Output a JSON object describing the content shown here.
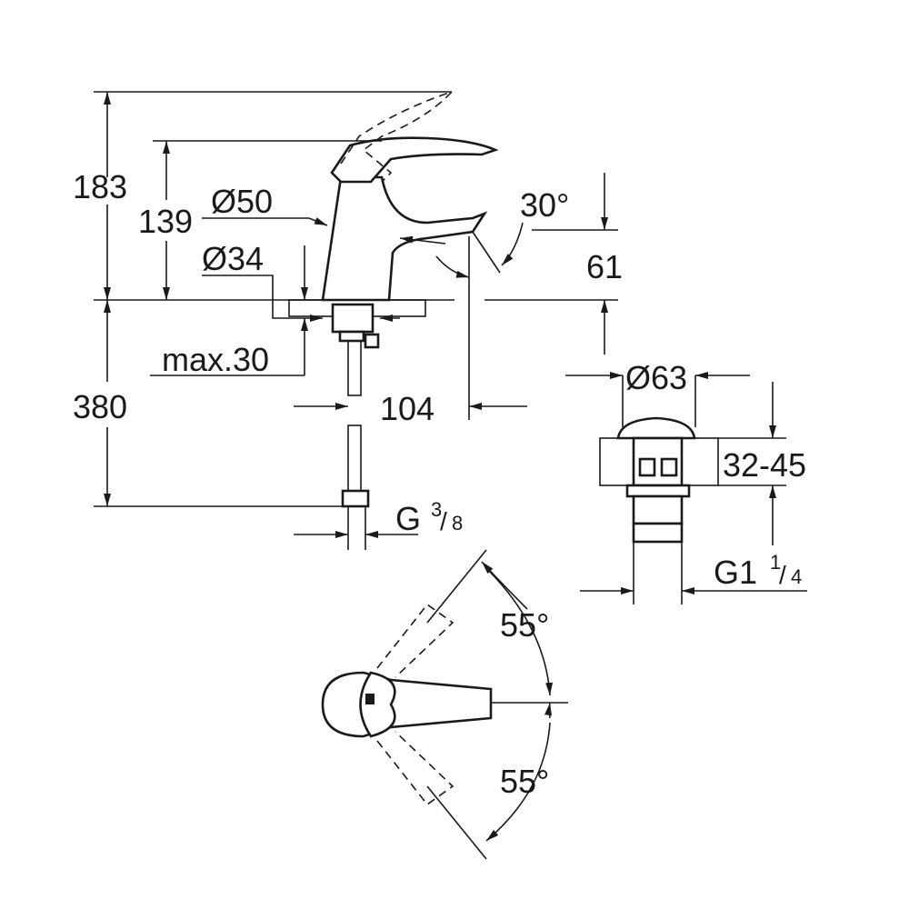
{
  "dimensions": {
    "height_total": "183",
    "height_spout": "139",
    "diameter_body": "Ø50",
    "diameter_hole": "Ø34",
    "max_thickness": "max.30",
    "hose_length": "380",
    "projection": "104",
    "spout_angle": "30°",
    "outlet_height": "61",
    "waste_diameter": "Ø63",
    "waste_thickness": "32-45",
    "hose_connection": {
      "prefix": "G",
      "num": "3",
      "den": "8"
    },
    "waste_connection": {
      "prefix": "G1",
      "num": "1",
      "den": "4"
    },
    "lever_angle_left": "55°",
    "lever_angle_right": "55°"
  },
  "colors": {
    "line": "#1a1a1a",
    "background": "#ffffff"
  }
}
